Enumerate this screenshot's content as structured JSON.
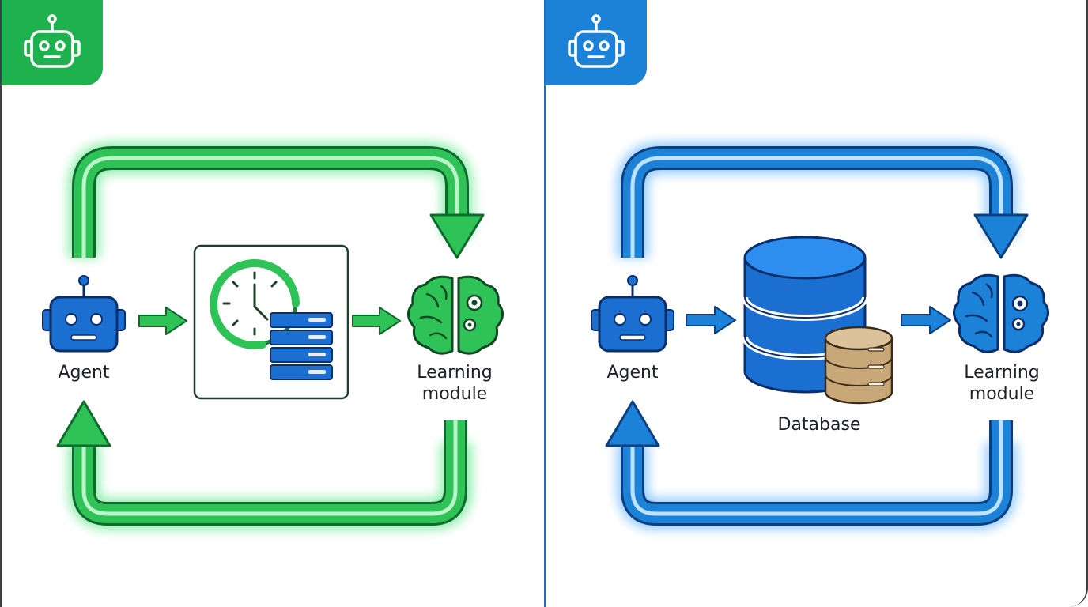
{
  "panels": {
    "left": {
      "agent_label": "Agent",
      "module_label": "Learning\nmodule",
      "theme_color": "#1fb14e",
      "middle_icon": "clock-server-icon"
    },
    "right": {
      "agent_label": "Agent",
      "module_label": "Learning\nmodule",
      "database_label": "Database",
      "theme_color": "#1b82d8",
      "middle_icon": "database-icon"
    }
  },
  "icons": {
    "corner": "robot-icon",
    "agent": "robot-icon",
    "module": "brain-gears-icon"
  }
}
